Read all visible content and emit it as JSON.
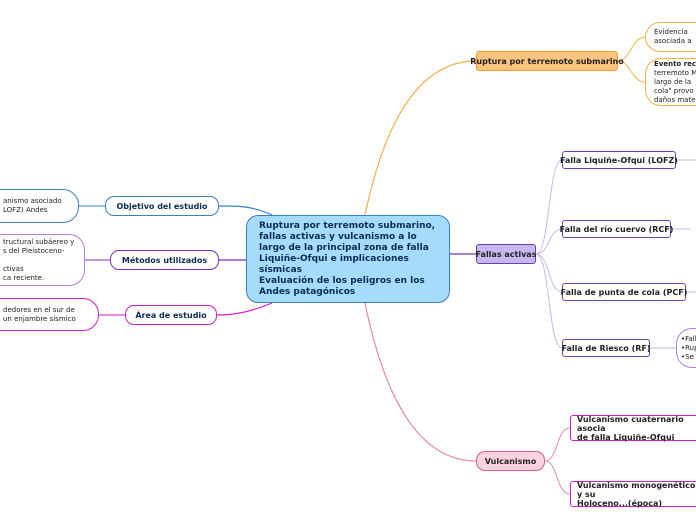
{
  "central": {
    "text": "Ruptura por terremoto submarino, fallas activas y vulcanismo a lo largo de la principal zona de falla Liquiñe-Ofqui e implicaciones sísmicas\nEvaluación de los peligros en los Andes patagónicos"
  },
  "left": {
    "objetivo": {
      "label": "Objetivo del estudio",
      "note": "anismo asociado\nLOFZ) Andes"
    },
    "metodos": {
      "label": "Métodos utilizados",
      "note": "tructural subáereo y\ns del Pleistoceno-\n\nctivas\nca reciente."
    },
    "area": {
      "label": "Área de estudio",
      "note": "dedores en el sur de\nun enjambre sísmico"
    }
  },
  "right": {
    "ruptura": {
      "label": "Ruptura por terremoto submarino",
      "evidencia": "Evidencia\nasociada a",
      "evento_title": "Evento rec",
      "evento_body": "terremoto M\nlargo de la\ncola\" provo\ndaños mate"
    },
    "fallas": {
      "label": "Fallas activas",
      "items": [
        "Falla Liquiñe-Ofqui (LOFZ)",
        "Falla del río cuervo (RCF)",
        "Falla de punta de cola (PCF)",
        "Falla de Riesco (RF)"
      ],
      "riesco_notes": "•Fall\n•Rup\n•Se"
    },
    "vulcanismo": {
      "label": "Vulcanismo",
      "items": [
        "Vulcanismo cuaternario asocia\nde falla Liquiñe-Ofqui",
        "Vulcanismo monogenético y su\nHoloceno...(época)"
      ]
    }
  },
  "colors": {
    "central_fill": "#a6dcfb",
    "central_border": "#3a7fc4",
    "objetivo": "#3a7fc4",
    "metodos": "#7a2fc4",
    "area": "#d11fc4",
    "ruptura_fill": "#fbc47f",
    "ruptura_border": "#f59a2a",
    "fallas_fill": "#c8b8ef",
    "fallas_border": "#6b3fb0",
    "vulcanismo_fill": "#fbd3de",
    "vulcanismo_border": "#e05a7f"
  }
}
